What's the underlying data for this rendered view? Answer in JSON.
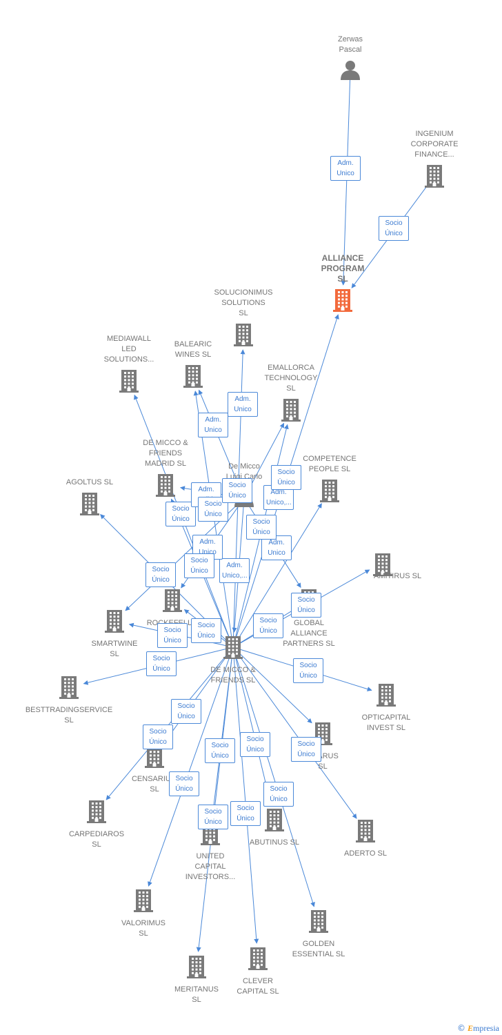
{
  "colors": {
    "edge": "#4a88d8",
    "building": "#7a7a7a",
    "highlight": "#f26a3c",
    "text": "#757575"
  },
  "nodes": [
    {
      "id": "zerwas",
      "label": "Zerwas\nPascal",
      "icon": "person-icon"
    },
    {
      "id": "ingenium",
      "label": "INGENIUM\nCORPORATE\nFINANCE...",
      "icon": "building-icon"
    },
    {
      "id": "alliance",
      "label": "ALLIANCE\nPROGRAM\nSL",
      "icon": "building-icon",
      "highlight": true
    },
    {
      "id": "solucionimus",
      "label": "SOLUCIONIMUS\nSOLUTIONS\nSL",
      "icon": "building-icon"
    },
    {
      "id": "mediawall",
      "label": "MEDIAWALL\nLED\nSOLUTIONS...",
      "icon": "building-icon"
    },
    {
      "id": "balearic",
      "label": "BALEARIC\nWINES  SL",
      "icon": "building-icon"
    },
    {
      "id": "emallorca",
      "label": "EMALLORCA\nTECHNOLOGY\nSL",
      "icon": "building-icon"
    },
    {
      "id": "demiccomadrid",
      "label": "DE MICCO &\nFRIENDS\nMADRID  SL",
      "icon": "building-icon"
    },
    {
      "id": "competence",
      "label": "COMPETENCE\nPEOPLE  SL",
      "icon": "building-icon"
    },
    {
      "id": "agoltus",
      "label": "AGOLTUS  SL",
      "icon": "building-icon"
    },
    {
      "id": "demiccoluigi",
      "label": "De Micco\nLuigi Carlo",
      "icon": "person-icon"
    },
    {
      "id": "amitirus",
      "label": "AMITIRUS  SL",
      "icon": "building-icon"
    },
    {
      "id": "rockefeller",
      "label": "ROCKEFELL...\nCA...",
      "icon": "building-icon"
    },
    {
      "id": "globalalliance",
      "label": "GLOBAL\nALLIANCE\nPARTNERS  SL",
      "icon": "building-icon"
    },
    {
      "id": "smartwine",
      "label": "SMARTWINE\nSL",
      "icon": "building-icon"
    },
    {
      "id": "demiccofriends",
      "label": "DE MICCO &\nFRIENDS  SL",
      "icon": "building-icon"
    },
    {
      "id": "besttrading",
      "label": "BESTTRADINGSERVICE\nSL",
      "icon": "building-icon"
    },
    {
      "id": "opticapital",
      "label": "OPTICAPITAL\nINVEST  SL",
      "icon": "building-icon"
    },
    {
      "id": "censarius",
      "label": "CENSARIU...\nSL",
      "icon": "building-icon"
    },
    {
      "id": "tarus",
      "label": "...TARUS\nSL",
      "icon": "building-icon"
    },
    {
      "id": "carpediaros",
      "label": "CARPEDIAROS\nSL",
      "icon": "building-icon"
    },
    {
      "id": "abutinus",
      "label": "ABUTINUS  SL",
      "icon": "building-icon"
    },
    {
      "id": "aderto",
      "label": "ADERTO  SL",
      "icon": "building-icon"
    },
    {
      "id": "united",
      "label": "UNITED\nCAPITAL\nINVESTORS...",
      "icon": "building-icon"
    },
    {
      "id": "valorimus",
      "label": "VALORIMUS\nSL",
      "icon": "building-icon"
    },
    {
      "id": "golden",
      "label": "GOLDEN\nESSENTIAL  SL",
      "icon": "building-icon"
    },
    {
      "id": "meritanus",
      "label": "MERITANUS\nSL",
      "icon": "building-icon"
    },
    {
      "id": "clever",
      "label": "CLEVER\nCAPITAL  SL",
      "icon": "building-icon"
    }
  ],
  "edges": [
    {
      "from": "zerwas",
      "to": "alliance",
      "label": "Adm.\nUnico"
    },
    {
      "from": "ingenium",
      "to": "alliance",
      "label": "Socio\nÚnico"
    },
    {
      "from": "demiccofriends",
      "to": "alliance",
      "label": "Socio\nÚnico"
    },
    {
      "from": "demiccofriends",
      "to": "solucionimus",
      "label": "Adm.\nUnico"
    },
    {
      "from": "demiccofriends",
      "to": "balearic",
      "label": "Adm.\nUnico"
    },
    {
      "from": "demiccofriends",
      "to": "emallorca",
      "label": "Adm.\nUnico,..."
    },
    {
      "from": "demiccofriends",
      "to": "mediawall",
      "label": "Socio\nÚnico"
    },
    {
      "from": "demiccofriends",
      "to": "demiccomadrid",
      "label": "Adm.\nSolid."
    },
    {
      "from": "demiccofriends",
      "to": "competence",
      "label": "Socio\nÚnico"
    },
    {
      "from": "demiccofriends",
      "to": "agoltus",
      "label": "Socio\nÚnico"
    },
    {
      "from": "demiccofriends",
      "to": "amitirus",
      "label": "Socio\nÚnico"
    },
    {
      "from": "demiccofriends",
      "to": "rockefeller",
      "label": "Socio\nÚnico"
    },
    {
      "from": "demiccofriends",
      "to": "globalalliance",
      "label": "Socio\nÚnico"
    },
    {
      "from": "demiccofriends",
      "to": "smartwine",
      "label": "Socio\nÚnico"
    },
    {
      "from": "demiccofriends",
      "to": "besttrading",
      "label": "Socio\nÚnico"
    },
    {
      "from": "demiccofriends",
      "to": "opticapital",
      "label": "Socio\nÚnico"
    },
    {
      "from": "demiccofriends",
      "to": "tarus",
      "label": "Socio\nÚnico"
    },
    {
      "from": "demiccofriends",
      "to": "censarius",
      "label": "Socio\nÚnico"
    },
    {
      "from": "demiccofriends",
      "to": "carpediaros",
      "label": "Socio\nÚnico"
    },
    {
      "from": "demiccofriends",
      "to": "abutinus",
      "label": "Socio\nÚnico"
    },
    {
      "from": "demiccofriends",
      "to": "aderto",
      "label": "Socio\nÚnico"
    },
    {
      "from": "demiccofriends",
      "to": "united",
      "label": "Socio\nÚnico"
    },
    {
      "from": "demiccofriends",
      "to": "valorimus",
      "label": "Socio\nÚnico"
    },
    {
      "from": "demiccofriends",
      "to": "golden",
      "label": "Socio\nÚnico"
    },
    {
      "from": "demiccofriends",
      "to": "meritanus",
      "label": "Socio\nÚnico"
    },
    {
      "from": "demiccofriends",
      "to": "clever",
      "label": "Socio\nÚnico"
    },
    {
      "from": "demiccoluigi",
      "to": "demiccofriends",
      "label": "Adm.\nUnico,..."
    },
    {
      "from": "demiccoluigi",
      "to": "globalalliance",
      "label": "Adm.\nUnico"
    },
    {
      "from": "demiccoluigi",
      "to": "rockefeller",
      "label": "Adm.\nUnico"
    },
    {
      "from": "demiccoluigi",
      "to": "smartwine",
      "label": "Socio\nÚnico"
    },
    {
      "from": "demiccoluigi",
      "to": "demiccomadrid",
      "label": "Socio\nÚnico"
    },
    {
      "from": "demiccoluigi",
      "to": "emallorca",
      "label": "Socio\nÚnico"
    },
    {
      "from": "demiccoluigi",
      "to": "balearic",
      "label": "Socio\nÚnico"
    }
  ],
  "copyright": {
    "symbol": "©",
    "brand_first": "E",
    "brand_rest": "mpresia"
  }
}
